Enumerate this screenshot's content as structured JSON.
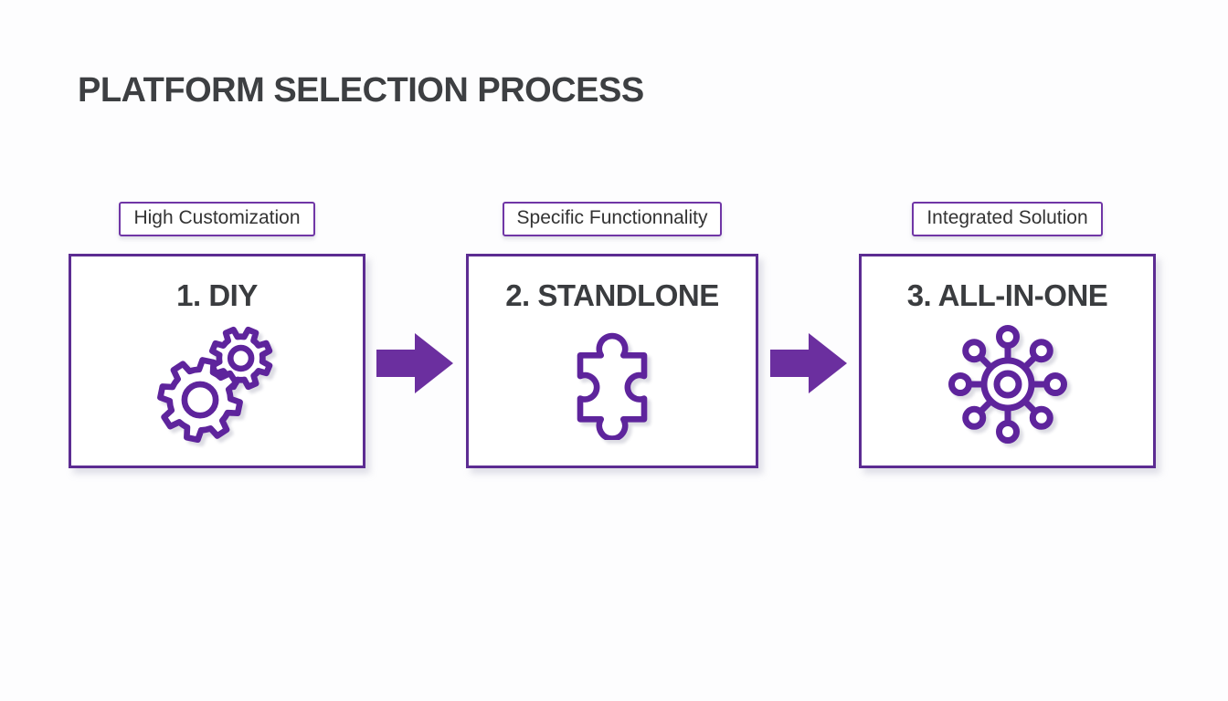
{
  "title": "PLATFORM SELECTION PROCESS",
  "steps": [
    {
      "tag": "High Customization",
      "heading": "1. DIY",
      "icon": "gears-icon"
    },
    {
      "tag": "Specific Functionnality",
      "heading": "2. STANDLONE",
      "icon": "puzzle-piece-icon"
    },
    {
      "tag": "Integrated Solution",
      "heading": "3. ALL-IN-ONE",
      "icon": "hub-network-icon"
    }
  ],
  "colors": {
    "background": "#fdfdfe",
    "title_text": "#3d3f42",
    "heading_text": "#3a3c3f",
    "tag_text": "#333333",
    "box_border": "#5c2c92",
    "tag_border": "#7036a6",
    "arrow": "#6b2f9f",
    "icon_stroke": "#5e249c"
  }
}
